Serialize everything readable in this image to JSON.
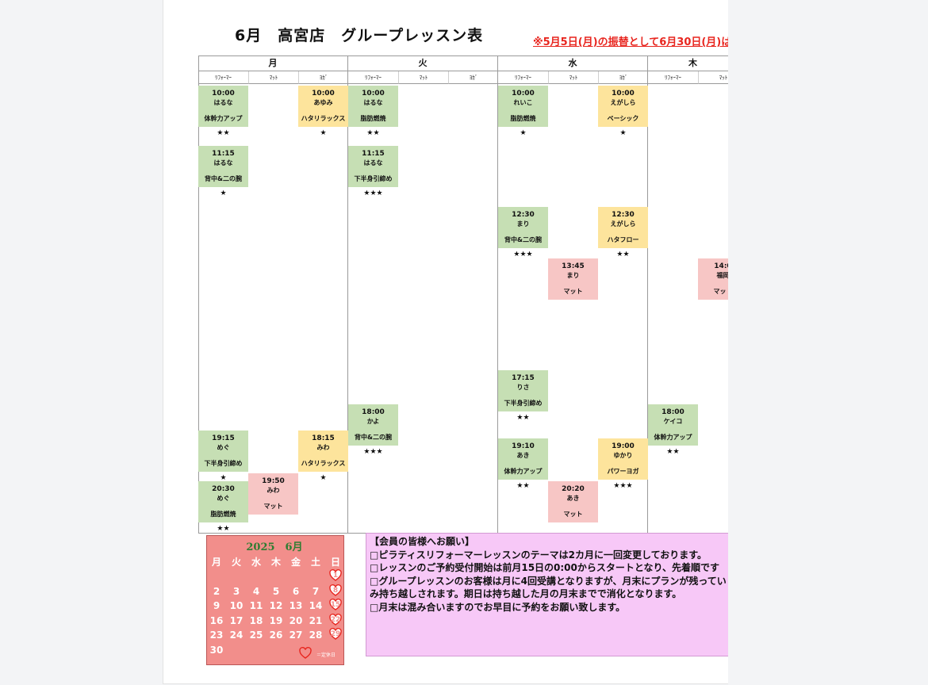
{
  "title": "6月　高宮店　グループレッスン表",
  "notice": "※5月5日(月)の振替として6月30日(月)は",
  "days": [
    "月",
    "火",
    "水",
    "木"
  ],
  "sub_headers": [
    "ﾘﾌｫｰﾏｰ",
    "ﾏｯﾄ",
    "ﾖｶﾞ"
  ],
  "lessons": [
    {
      "time": "10:00",
      "name": "はるな",
      "course": "体幹力アップ",
      "stars": "★★",
      "kind": "refo"
    },
    {
      "time": "11:15",
      "name": "はるな",
      "course": "背中&二の腕",
      "stars": "★",
      "kind": "refo"
    },
    {
      "time": "19:15",
      "name": "めぐ",
      "course": "下半身引締め",
      "stars": "★",
      "kind": "refo"
    },
    {
      "time": "20:30",
      "name": "めぐ",
      "course": "脂肪燃焼",
      "stars": "★★",
      "kind": "refo"
    },
    {
      "time": "19:50",
      "name": "みわ",
      "course": "マット",
      "stars": "",
      "kind": "mat"
    },
    {
      "time": "10:00",
      "name": "あゆみ",
      "course": "ハタリラックス",
      "stars": "★",
      "kind": "yoga"
    },
    {
      "time": "18:15",
      "name": "みわ",
      "course": "ハタリラックス",
      "stars": "★",
      "kind": "yoga"
    },
    {
      "time": "10:00",
      "name": "はるな",
      "course": "脂肪燃焼",
      "stars": "★★",
      "kind": "refo"
    },
    {
      "time": "11:15",
      "name": "はるな",
      "course": "下半身引締め",
      "stars": "★★★",
      "kind": "refo"
    },
    {
      "time": "18:00",
      "name": "かよ",
      "course": "背中&二の腕",
      "stars": "★★★",
      "kind": "refo"
    },
    {
      "time": "10:00",
      "name": "れいこ",
      "course": "脂肪燃焼",
      "stars": "★",
      "kind": "refo"
    },
    {
      "time": "12:30",
      "name": "まり",
      "course": "背中&二の腕",
      "stars": "★★★",
      "kind": "refo"
    },
    {
      "time": "17:15",
      "name": "りさ",
      "course": "下半身引締め",
      "stars": "★★",
      "kind": "refo"
    },
    {
      "time": "19:10",
      "name": "あき",
      "course": "体幹力アップ",
      "stars": "★★",
      "kind": "refo"
    },
    {
      "time": "13:45",
      "name": "まり",
      "course": "マット",
      "stars": "",
      "kind": "mat"
    },
    {
      "time": "20:20",
      "name": "あき",
      "course": "マット",
      "stars": "",
      "kind": "mat"
    },
    {
      "time": "10:00",
      "name": "えがしら",
      "course": "ベーシック",
      "stars": "★",
      "kind": "yoga"
    },
    {
      "time": "12:30",
      "name": "えがしら",
      "course": "ハタフロー",
      "stars": "★★",
      "kind": "yoga"
    },
    {
      "time": "19:00",
      "name": "ゆかり",
      "course": "パワーヨガ",
      "stars": "★★★",
      "kind": "yoga"
    },
    {
      "time": "18:00",
      "name": "ケイコ",
      "course": "体幹力アップ",
      "stars": "★★",
      "kind": "refo"
    },
    {
      "time": "14:0",
      "name": "福岡",
      "course": "マット",
      "stars": "",
      "kind": "mat"
    }
  ],
  "calendar": {
    "title": "2025　6月",
    "weekdays": [
      "月",
      "火",
      "水",
      "木",
      "金",
      "土",
      "日"
    ],
    "weeks": [
      [
        "",
        "",
        "",
        "",
        "",
        "",
        "1"
      ],
      [
        "2",
        "3",
        "4",
        "5",
        "6",
        "7",
        "8"
      ],
      [
        "9",
        "10",
        "11",
        "12",
        "13",
        "14",
        "15"
      ],
      [
        "16",
        "17",
        "18",
        "19",
        "20",
        "21",
        "22"
      ],
      [
        "23",
        "24",
        "25",
        "26",
        "27",
        "28",
        "29"
      ],
      [
        "30",
        "",
        "",
        "",
        "",
        "",
        ""
      ]
    ],
    "holiday_label": "＝定休日"
  },
  "notes": {
    "heading": "【会員の皆様へお願い】",
    "lines": [
      "□ピラティスリフォーマーレッスンのテーマは2カ月に一回変更しております。",
      "□レッスンのご予約受付開始は前月15日の0:00からスタートとなり、先着順です",
      "□グループレッスンのお客様は月に4回受講となりますが、月末にプランが残ってい",
      "み持ち越しされます。期日は持ち越した月の月末までで消化となります。",
      "□月末は混み合いますのでお早目に予約をお願い致します。"
    ]
  },
  "colors": {
    "reformer": "#c6dfb4",
    "mat": "#f7c6c5",
    "yoga": "#fde49c",
    "notice": "#e8261f",
    "calendar_bg": "#f28e8b",
    "calendar_title": "#2e7d32",
    "notes_bg": "#f7c8f7"
  }
}
